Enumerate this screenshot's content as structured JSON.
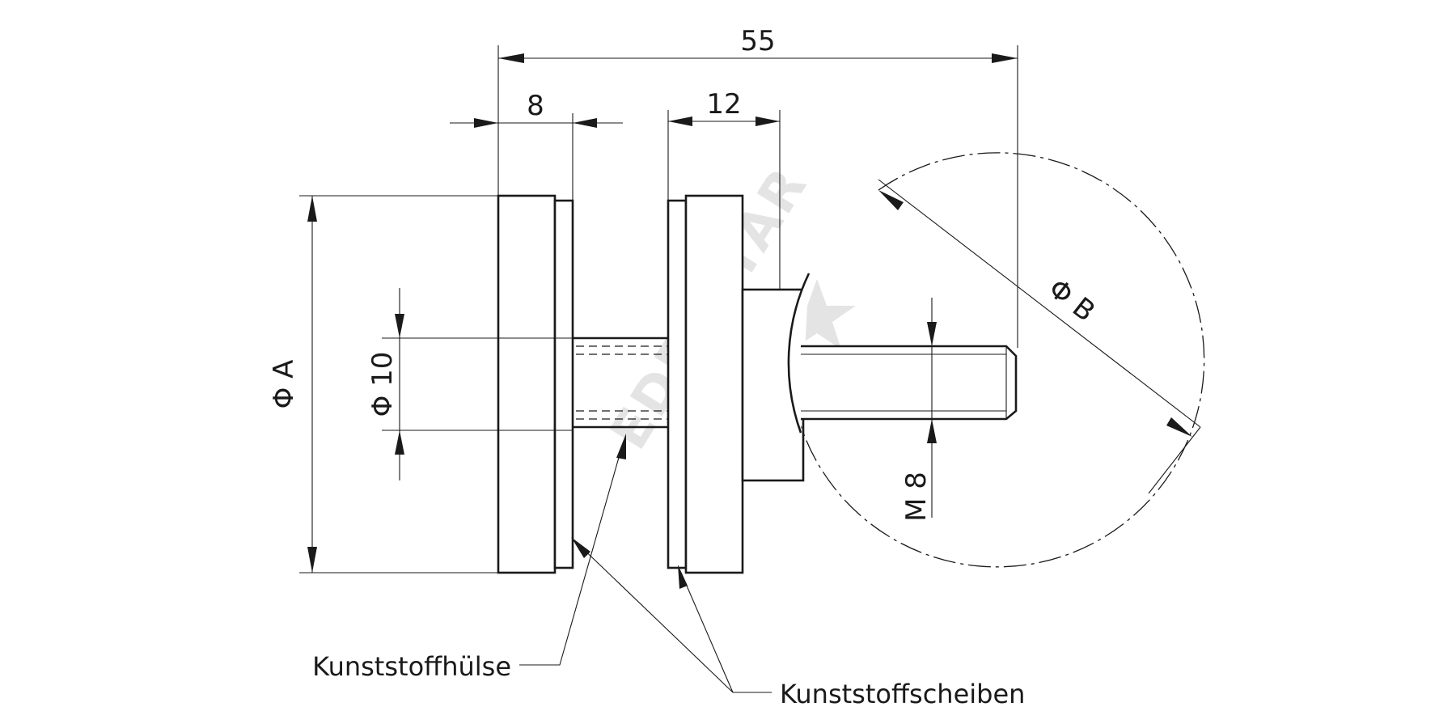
{
  "dimensions": {
    "overall_length": "55",
    "flange_thickness": "8",
    "clamp_thickness": "12",
    "outer_diameter": "Φ A",
    "hole_diameter": "Φ 10",
    "thread": "M 8",
    "cutout_diameter": "Φ B"
  },
  "labels": {
    "sleeve": "Kunststoffhülse",
    "washers": "Kunststoffscheiben"
  },
  "watermark": {
    "text": "EDELSTAR",
    "icon": "star-icon"
  },
  "colors": {
    "line": "#1a1a1a",
    "watermark": "#e4e4e4"
  }
}
